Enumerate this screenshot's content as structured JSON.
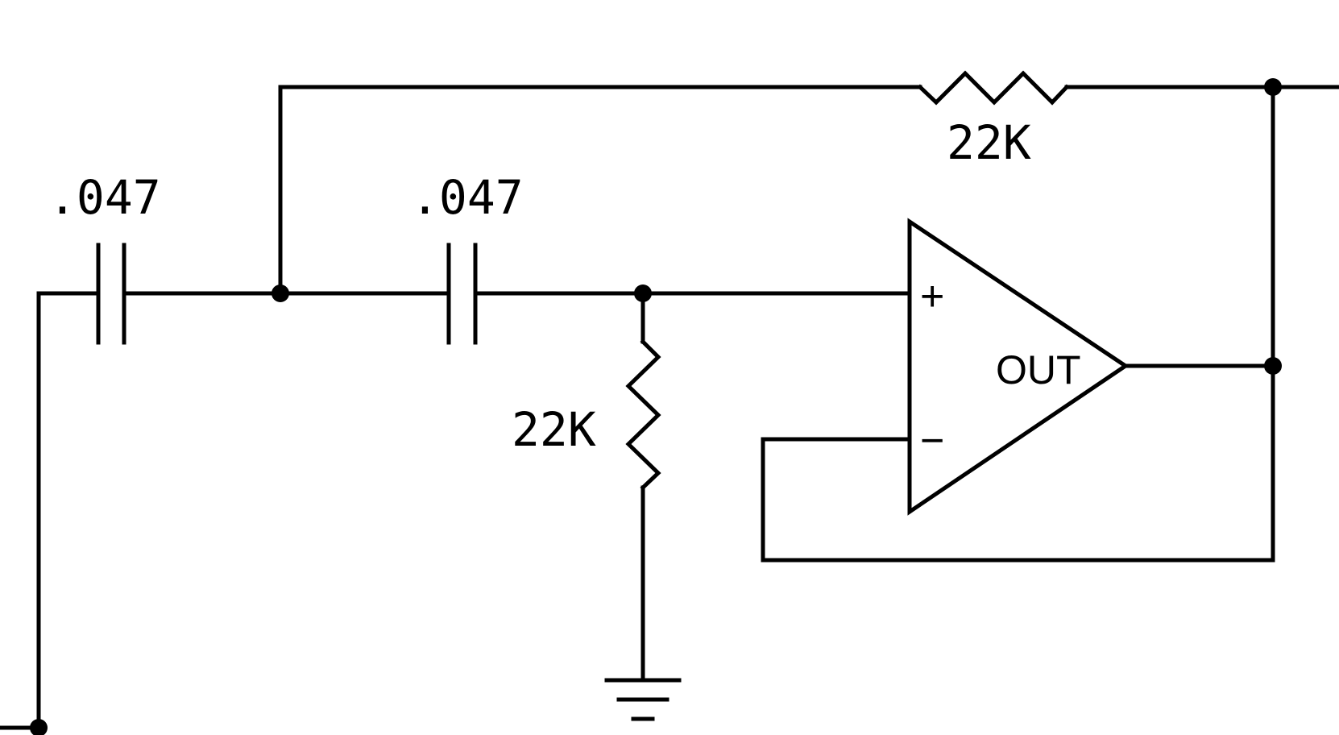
{
  "schematic": {
    "components": {
      "c1": {
        "value": ".047"
      },
      "c2": {
        "value": ".047"
      },
      "r_feedback": {
        "value": "22K"
      },
      "r_ground": {
        "value": "22K"
      },
      "opamp": {
        "noninverting_label": "+",
        "inverting_label": "−",
        "output_label": "OUT"
      }
    }
  }
}
